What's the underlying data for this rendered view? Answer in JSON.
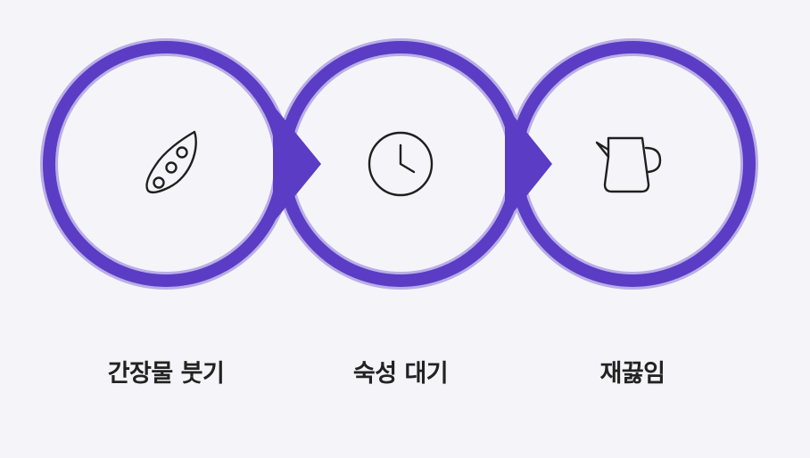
{
  "colors": {
    "background": "#f5f4f9",
    "ring": "#5b3cc4",
    "ring_halo": "#b9aee6",
    "icon_stroke": "#1f1f1f",
    "label_text": "#222222"
  },
  "steps": [
    {
      "label": "간장물 붓기",
      "icon": "soybean-pod-icon"
    },
    {
      "label": "숙성 대기",
      "icon": "clock-icon"
    },
    {
      "label": "재끓임",
      "icon": "kettle-icon"
    }
  ]
}
